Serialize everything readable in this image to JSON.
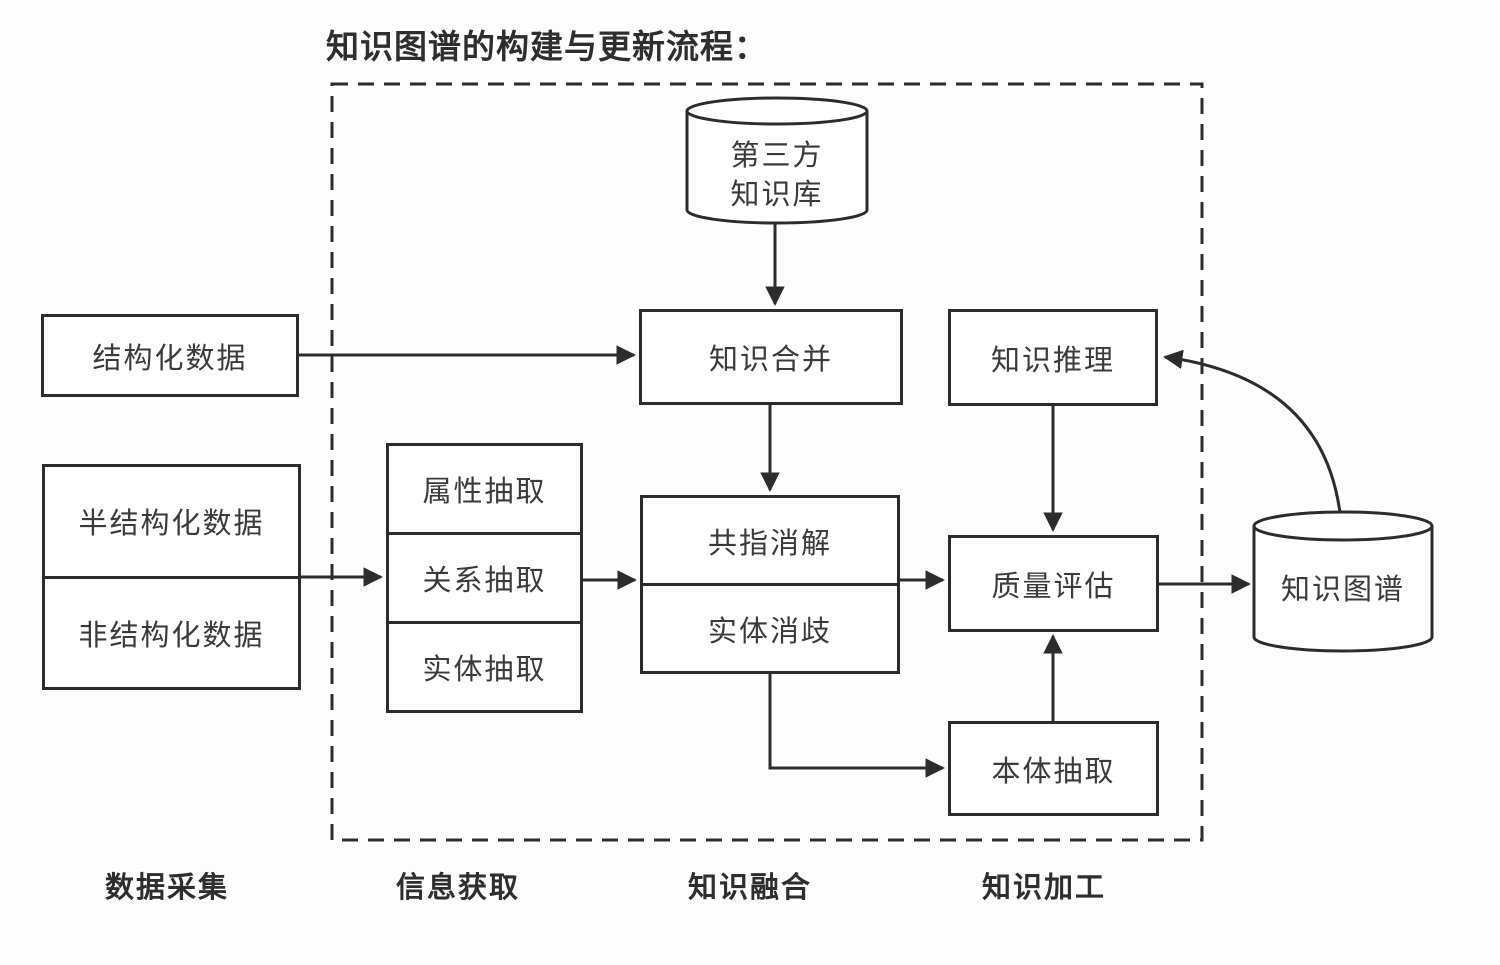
{
  "title": "知识图谱的构建与更新流程：",
  "nodes": {
    "third_party_kb": {
      "label": "第三方\n知识库"
    },
    "structured_data": {
      "label": "结构化数据"
    },
    "semi_structured_data": {
      "label": "半结构化数据"
    },
    "unstructured_data": {
      "label": "非结构化数据"
    },
    "attribute_extraction": {
      "label": "属性抽取"
    },
    "relation_extraction": {
      "label": "关系抽取"
    },
    "entity_extraction": {
      "label": "实体抽取"
    },
    "knowledge_merge": {
      "label": "知识合并"
    },
    "coreference_resolution": {
      "label": "共指消解"
    },
    "entity_disambiguation": {
      "label": "实体消歧"
    },
    "knowledge_reasoning": {
      "label": "知识推理"
    },
    "quality_evaluation": {
      "label": "质量评估"
    },
    "ontology_extraction": {
      "label": "本体抽取"
    },
    "knowledge_graph": {
      "label": "知识图谱"
    }
  },
  "stages": {
    "data_collection": "数据采集",
    "information_acquisition": "信息获取",
    "knowledge_fusion": "知识融合",
    "knowledge_processing": "知识加工"
  },
  "colors": {
    "line": "#2c2c2c",
    "text": "#3a3a3a",
    "background": "#fdfdfd"
  }
}
